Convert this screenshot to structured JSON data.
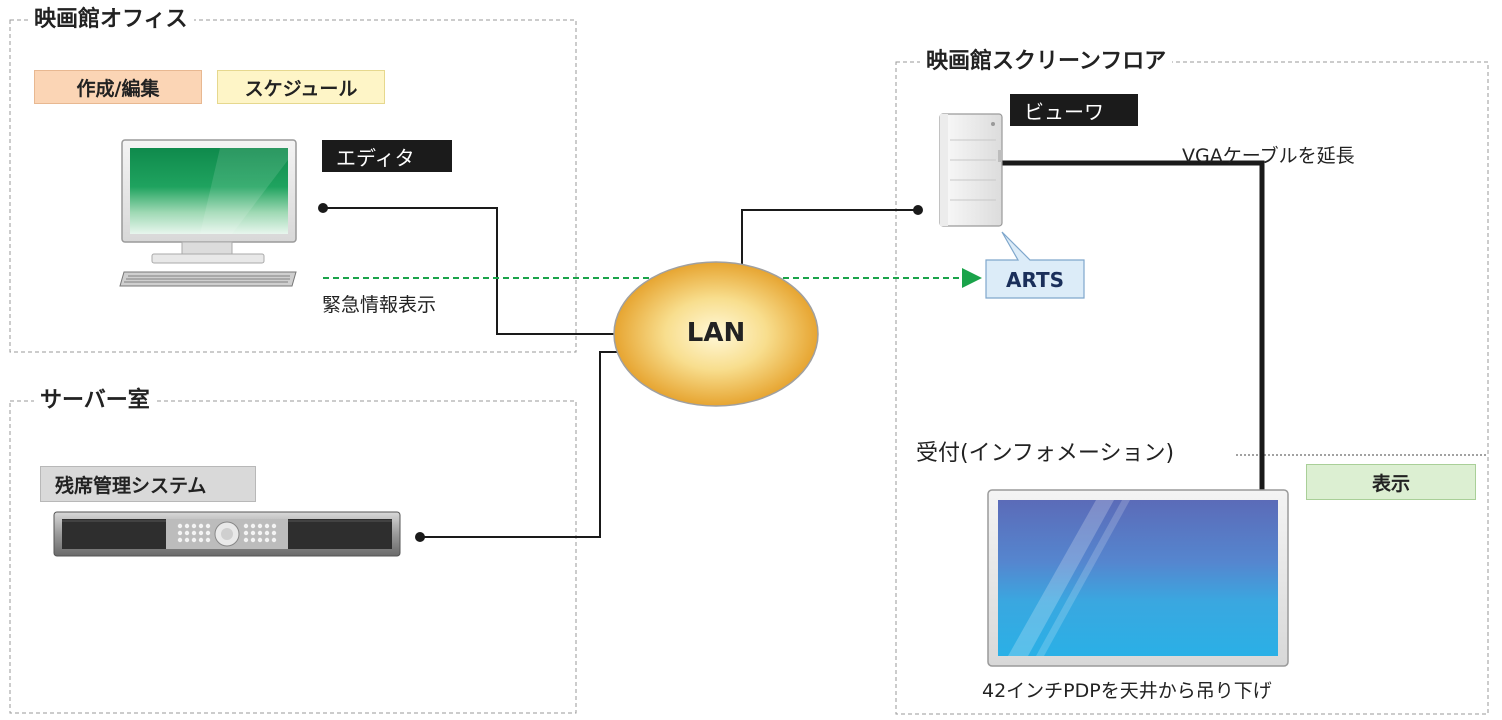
{
  "zones": {
    "office": {
      "title": "映画館オフィス"
    },
    "server_room": {
      "title": "サーバー室"
    },
    "screen_floor": {
      "title": "映画館スクリーンフロア"
    },
    "reception": {
      "title": "受付(インフォメーション)"
    }
  },
  "office": {
    "tag_create": "作成/編集",
    "tag_schedule": "スケジュール",
    "editor_label": "エディタ",
    "emergency_label": "緊急情報表示"
  },
  "server": {
    "system_label": "残席管理システム"
  },
  "network": {
    "lan_label": "LAN"
  },
  "screen_floor": {
    "viewer_label": "ビューワ",
    "vga_label": "VGAケーブルを延長",
    "arts_label": "ARTS"
  },
  "reception": {
    "display_tag": "表示",
    "pdp_label": "42インチPDPを天井から吊り下げ"
  },
  "colors": {
    "zone_border": "#9a9a9a",
    "line": "#1a1a1a",
    "emergency_arrow": "#1aa34a",
    "lan_fill_center": "#fff6cf",
    "lan_fill_edge": "#e29a1c"
  },
  "icons": {
    "editor_pc": "desktop-computer-icon",
    "server_device": "rack-server-icon",
    "viewer_pc": "tower-pc-icon",
    "arts_callout": "speech-bubble-icon",
    "pdp_display": "flat-panel-display-icon",
    "network_cloud": "lan-ellipse-icon"
  }
}
